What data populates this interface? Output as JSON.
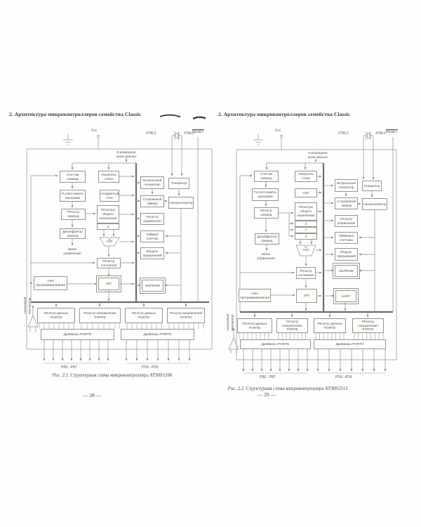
{
  "left": {
    "header": "2. Архитектура микроконтроллеров семейства Classic",
    "pins": {
      "vcc": "Vcc",
      "xtal1": "XTAL1",
      "xtal2": "XTAL2",
      "reset": "RESET"
    },
    "bus_label": "8-разрядная\nшина данных",
    "blocks": {
      "program_counter": "Счетчик\nкоманд",
      "stack_pointer": "Указатель\nстека",
      "flash": "FLASH-память\nпрограмм",
      "hw_stack": "Аппаратный\nстек",
      "instruction_register": "Регистр\nкоманд",
      "gp_registers": "Регистры\nобщего\nназначения",
      "reg_z": "Z",
      "decoder": "Дешифратор\nкоманд",
      "control_bus": "Шина\nуправления",
      "alu": "АЛУ",
      "status_register": "Регистр\nсостояния",
      "programming_unit": "Узел\nпрограммирования",
      "spi": "SPI",
      "eeprom": "EEPROM",
      "internal_oscillator": "Встроенный\nгенератор",
      "oscillator": "Генератор",
      "watchdog": "Сторожевой\nтаймер",
      "synchronizer": "Синхронизатор",
      "control_register": "Регистр\nуправления",
      "timer_counter": "Таймер/\nсчетчик",
      "interrupt_module": "Модуль\nпрерываний",
      "reg_data_portb": "Регистр данных\nPORTB",
      "reg_dir_portb": "Регистр направления\nPORTB",
      "reg_data_portd": "Регистр данных\nPORTD",
      "reg_dir_portd": "Регистр направления\nPORTD",
      "drivers_portb": "Драйверы PORTB",
      "drivers_portd": "Драйверы PORTD",
      "analog_comparator": "Аналоговый\nкомпаратор"
    },
    "port_b_pins": "PB0...PB7",
    "port_d_pins": "PD0...PD6",
    "caption_fig": "Рис. 2.1.",
    "caption_text": " Структурная схема микроконтроллера AT90S1200",
    "page_number": "— 28 —"
  },
  "right": {
    "header": "2. Архитектура микроконтроллеров семейства Classic",
    "pins": {
      "vcc": "Vcc",
      "xtal1": "XTAL1",
      "xtal2": "XTAL2",
      "reset": "RESET"
    },
    "bus_label": "8-разрядная\nшина данных",
    "blocks": {
      "program_counter": "Счетчик\nкоманд",
      "stack_pointer": "Указатель\nстека",
      "flash": "FLASH-память\nпрограмм",
      "ram": "ОЗУ",
      "instruction_register": "Регистр\nкоманд",
      "gp_registers": "Регистры\nобщего\nназначения",
      "reg_x": "X",
      "reg_y": "Y",
      "reg_z": "Z",
      "decoder": "Дешифратор\nкоманд",
      "control_bus": "Шина\nуправления",
      "alu": "АЛУ",
      "status_register": "Регистр\nсостояния",
      "programming_unit": "Узел\nпрограммирования",
      "spi": "SPI",
      "uart": "UART",
      "eeprom": "EEPROM",
      "internal_oscillator": "Встроенный\nгенератор",
      "oscillator": "Генератор",
      "watchdog": "Сторожевой\nтаймер",
      "synchronizer": "Синхронизатор",
      "control_register": "Регистр\nуправления",
      "timer_counters": "Таймеры/\nсчетчики",
      "interrupt_module": "Модуль\nпрерываний",
      "reg_data_portb": "Регистр данных\nPORTB",
      "reg_dir_portb": "Регистр направления\nPORTB",
      "reg_data_portd": "Регистр данных\nPORTD",
      "reg_dir_portd": "Регистр направления\nPORTD",
      "drivers_portb": "Драйверы PORTB",
      "drivers_portd": "Драйверы PORTD",
      "analog_comparator": "Аналоговый\nкомпаратор"
    },
    "port_b_pins": "PB0...PB7",
    "port_d_pins": "PD0...PD6",
    "caption_fig": "Рис. 2.2.",
    "caption_text": " Структурная схема микроконтроллера AT90S2313",
    "page_number": "— 29 —"
  }
}
